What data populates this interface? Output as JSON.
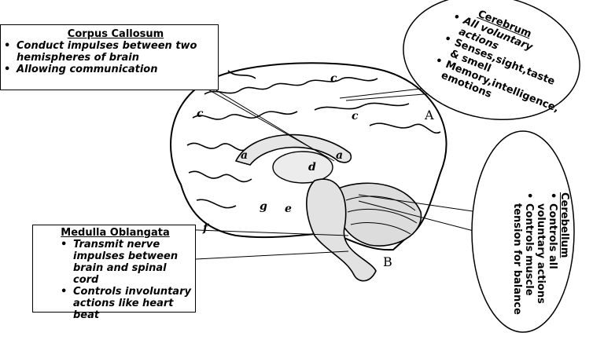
{
  "corpus_callosum": {
    "title": "Corpus Callosum",
    "items": [
      "Conduct impulses between two hemispheres of brain",
      "Allowing communication"
    ]
  },
  "cerebrum": {
    "title": "Cerebrum",
    "items": [
      "All voluntary actions",
      "Senses,sight,taste & smell",
      "Memory,intelligence, emotions"
    ]
  },
  "cerebellum": {
    "title": "Cerebellum",
    "items": [
      "Controls all voluntary actions",
      "Controls muscle tension for balance"
    ]
  },
  "medulla": {
    "title": "Medulla Oblangata",
    "items": [
      "Transmit nerve impulses between brain and spinal cord",
      "Controls involuntary actions like heart beat"
    ]
  },
  "brain_labels": {
    "a_upper": "A",
    "b_lower": "B",
    "c_front": "c",
    "c_top": "c",
    "c_right": "c",
    "f": "f",
    "a_small": "a",
    "a_small2": "a",
    "d": "d",
    "e": "e",
    "g": "g"
  },
  "colors": {
    "line": "#000000",
    "fill": "#ffffff",
    "brain_shade": "#d9d9d9"
  }
}
